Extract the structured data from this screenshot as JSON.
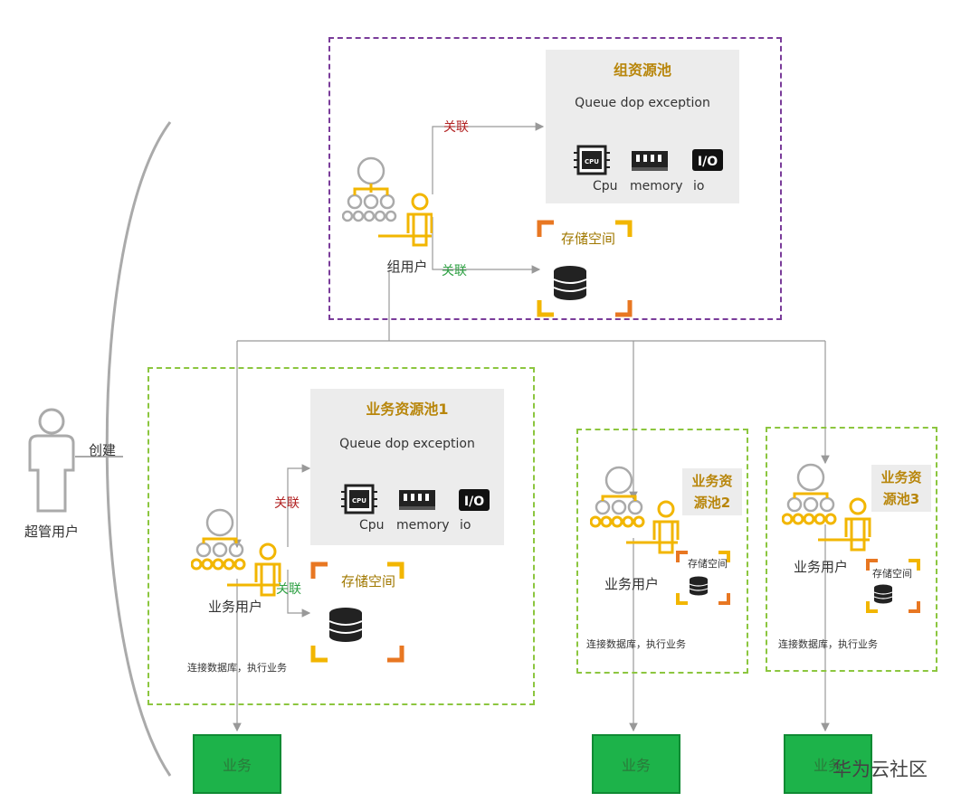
{
  "super_user": {
    "label": "超管用户",
    "create_label": "创建"
  },
  "group": {
    "pool_title": "组资源池",
    "queue_text": "Queue dop exception",
    "res_labels": {
      "cpu": "Cpu",
      "memory": "memory",
      "io": "io"
    },
    "cpu_chip_text": "CPU",
    "io_text": "I/O",
    "relation_top": "关联",
    "relation_bottom": "关联",
    "storage_label": "存储空间",
    "user_label": "组用户"
  },
  "pool1": {
    "title": "业务资源池1",
    "queue_text": "Queue dop exception",
    "res_labels": {
      "cpu": "Cpu",
      "memory": "memory",
      "io": "io"
    },
    "cpu_chip_text": "CPU",
    "io_text": "I/O",
    "relation_top": "关联",
    "relation_bottom": "关联",
    "storage_label": "存储空间",
    "user_label": "业务用户",
    "note": "连接数据库，执行业务"
  },
  "pool2": {
    "title": "业务资\n源池2",
    "storage_label": "存储空间",
    "user_label": "业务用户",
    "note": "连接数据库，执行业务"
  },
  "pool3": {
    "title": "业务资\n源池3",
    "storage_label": "存储空间",
    "user_label": "业务用户",
    "note": "连接数据库，执行业务"
  },
  "business": {
    "b1": "业务",
    "b2": "业务",
    "b3": "业务"
  },
  "watermark": "华为云社区",
  "colors": {
    "purple": "#7a3c9a",
    "green_dash": "#8cc63f",
    "gold": "#b8860b",
    "biz_green": "#1db34a",
    "user_yellow": "#f2b600"
  }
}
